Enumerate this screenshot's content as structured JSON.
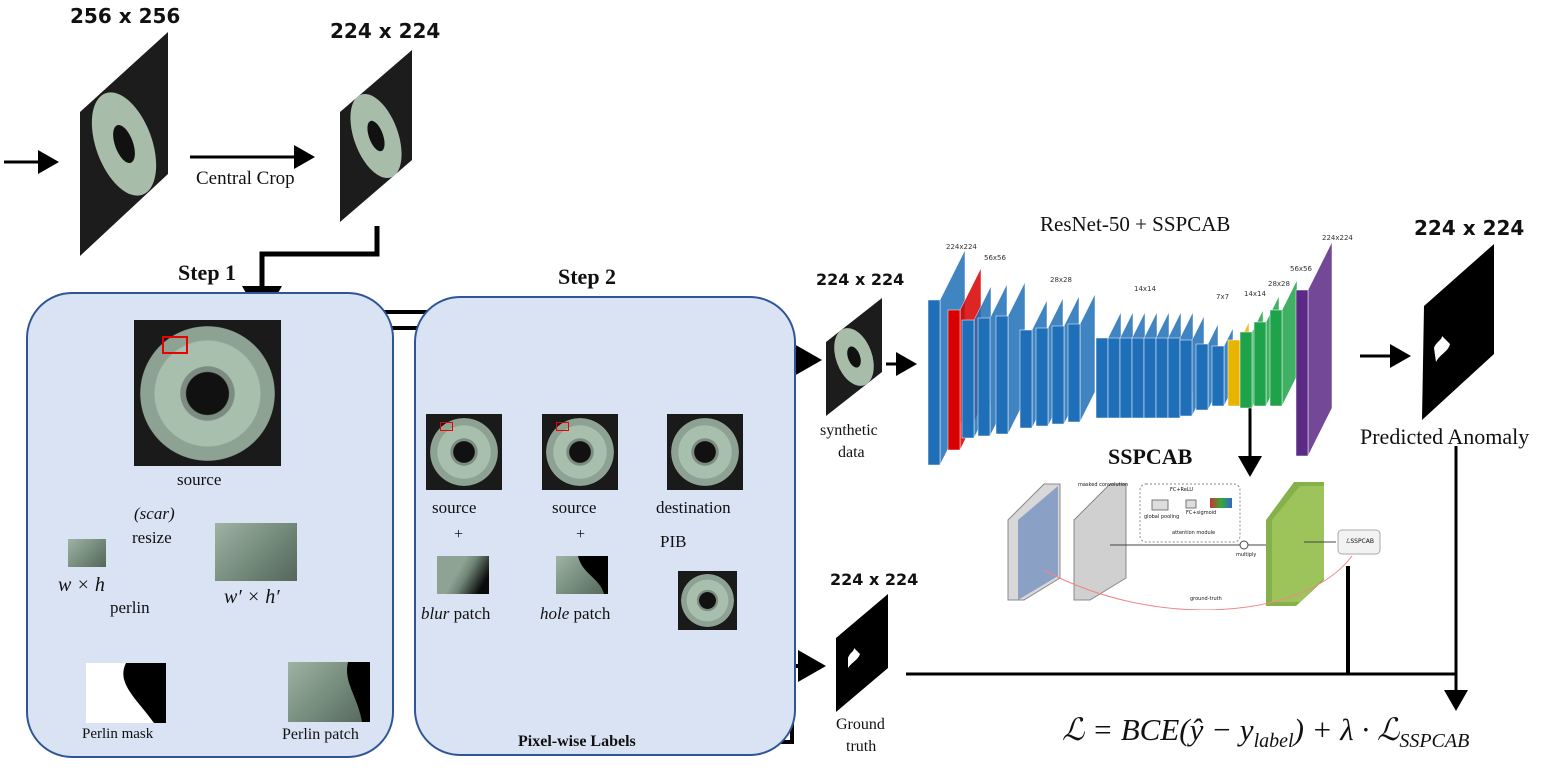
{
  "sizes": {
    "input": "256 x 256",
    "crop": "224 x 224",
    "synthetic": "224 x 224",
    "ground_truth": "224 x 224",
    "predicted": "224 x 224"
  },
  "top": {
    "crop_label": "Central Crop"
  },
  "step1": {
    "title": "Step 1",
    "source_label": "source",
    "scar_label": "(scar)",
    "resize_label": "resize",
    "wh_label": "w × h",
    "perlin_label": "perlin",
    "wh_prime_label": "w′ × h′",
    "mask_label": "Perlin mask",
    "patch_label": "Perlin patch"
  },
  "step2": {
    "title": "Step 2",
    "source1_label": "source",
    "source2_label": "source",
    "destination_label": "destination",
    "plus": "+",
    "pib_label": "PIB",
    "blur_word": "blur",
    "hole_word": "hole",
    "patch_word": " patch",
    "labels_title": "Pixel-wise Labels"
  },
  "synthetic": {
    "label_line1": "synthetic",
    "label_line2": "data"
  },
  "ground_truth": {
    "label_line1": "Ground",
    "label_line2": "truth"
  },
  "network": {
    "title": "ResNet-50 + SSPCAB",
    "dims": [
      "224x224",
      "56x56",
      "28x28",
      "14x14",
      "7x7",
      "14x14",
      "28x28",
      "56x56",
      "224x224"
    ],
    "colors": {
      "blue": "#1f6fb8",
      "red": "#d80000",
      "yellow": "#e8b400",
      "green": "#1fa34a",
      "purple": "#5b2a86"
    }
  },
  "sspcab": {
    "title": "SSPCAB",
    "masked_conv": "masked convolution",
    "fc_relu": "FC+ReLU",
    "fc_sigmoid": "FC+sigmoid",
    "global_pooling": "global pooling",
    "attention_module": "attention module",
    "multiply": "multiply",
    "ground_truth": "ground-truth",
    "loss_box": "ℒSSPCAB"
  },
  "predicted": {
    "label": "Predicted Anomaly"
  },
  "loss": {
    "formula_main": "ℒ = BCE(ŷ − y",
    "formula_sub1": "label",
    "formula_mid": ") + λ · ℒ",
    "formula_sub2": "SSPCAB"
  }
}
